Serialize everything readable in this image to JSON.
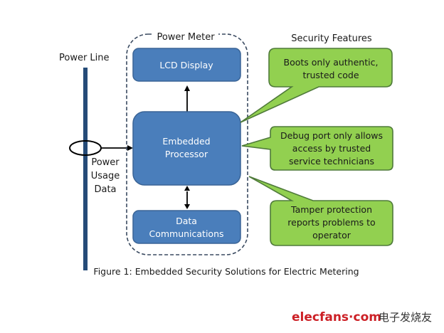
{
  "labels": {
    "power_line": "Power Line",
    "power_meter": "Power Meter",
    "security_features": "Security Features",
    "power_usage_data": [
      "Power",
      "Usage",
      "Data"
    ]
  },
  "blocks": {
    "lcd_display": [
      "LCD Display"
    ],
    "embedded_processor": [
      "Embedded",
      "Processor"
    ],
    "data_communications": [
      "Data",
      "Communications"
    ]
  },
  "security_callouts": [
    {
      "lines": [
        "Boots only authentic,",
        "trusted code"
      ]
    },
    {
      "lines": [
        "Debug port only allows",
        "access by trusted",
        "service technicians"
      ]
    },
    {
      "lines": [
        "Tamper protection",
        "reports problems to",
        "operator"
      ]
    }
  ],
  "caption": "Figure 1: Embedded Security Solutions for Electric Metering",
  "watermark": {
    "brand": "elecfans·com",
    "chinese": "电子发烧友"
  },
  "colors": {
    "block_fill": "#4a7ebb",
    "block_stroke": "#3a6496",
    "power_line": "#254b78",
    "callout_fill": "#92d050",
    "callout_stroke": "#4f7a3a",
    "brand_red": "#cc1f25"
  }
}
